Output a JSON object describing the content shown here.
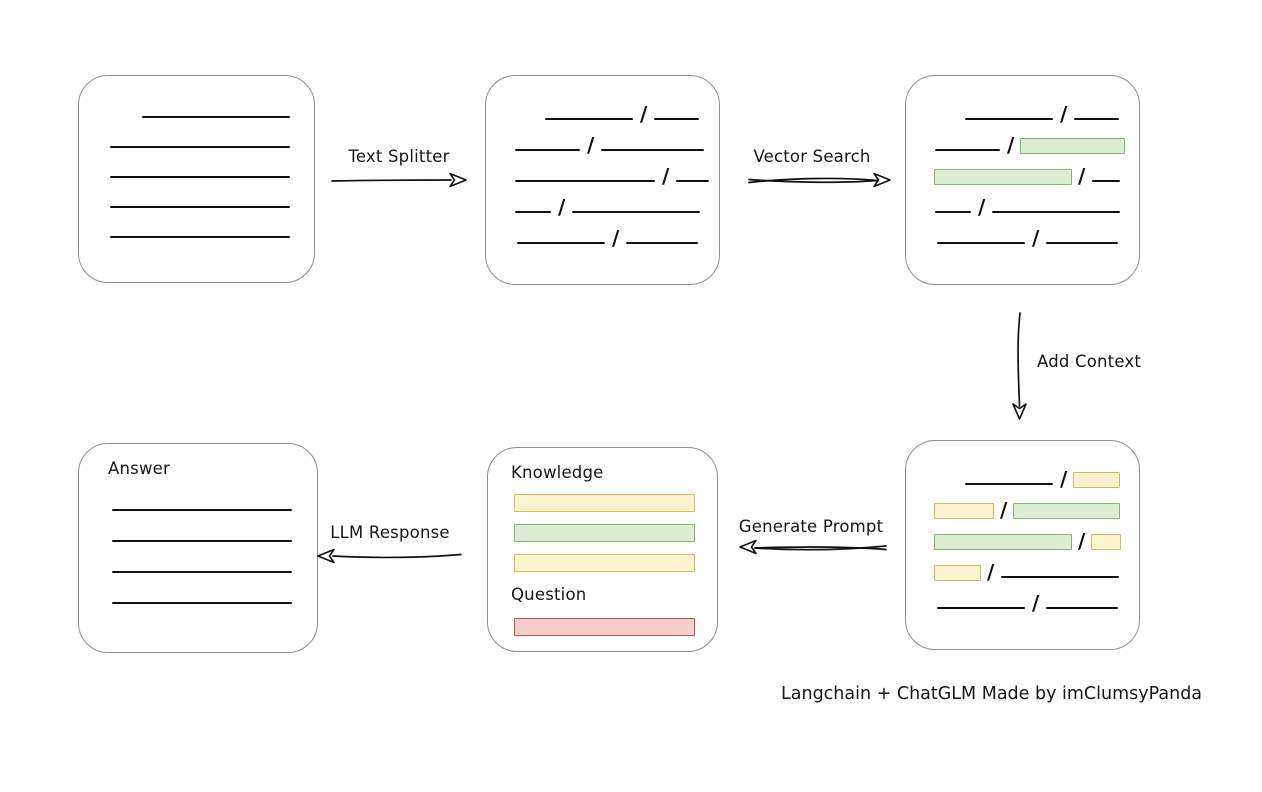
{
  "caption": "Langchain + ChatGLM Made by imClumsyPanda",
  "arrows": {
    "text_splitter": "Text Splitter",
    "vector_search": "Vector Search",
    "add_context": "Add Context",
    "generate_prompt": "Generate Prompt",
    "llm_response": "LLM Response"
  },
  "colors": {
    "green_fill": "#dcedd4",
    "green_border": "#84b56a",
    "yellow_fill": "#fdf2cf",
    "yellow_border": "#d9b75c",
    "red_fill": "#f6cfcc",
    "red_border": "#b0544e",
    "line": "#111111",
    "box_border": "#8f8f8f"
  },
  "boxes": {
    "document": {
      "rows": [
        [
          {
            "t": "gap",
            "w": 32
          },
          {
            "t": "line",
            "w": 148
          }
        ],
        [
          {
            "t": "line",
            "w": 180
          }
        ],
        [
          {
            "t": "line",
            "w": 180
          }
        ],
        [
          {
            "t": "line",
            "w": 180
          }
        ],
        [
          {
            "t": "line",
            "w": 180
          }
        ]
      ]
    },
    "split_chunks": {
      "rows": [
        [
          {
            "t": "gap",
            "w": 30
          },
          {
            "t": "line",
            "w": 88
          },
          {
            "t": "slash"
          },
          {
            "t": "line",
            "w": 45
          }
        ],
        [
          {
            "t": "line",
            "w": 65
          },
          {
            "t": "slash"
          },
          {
            "t": "line",
            "w": 103
          }
        ],
        [
          {
            "t": "line",
            "w": 140
          },
          {
            "t": "slash"
          },
          {
            "t": "line",
            "w": 33
          }
        ],
        [
          {
            "t": "line",
            "w": 36
          },
          {
            "t": "slash"
          },
          {
            "t": "line",
            "w": 128
          }
        ],
        [
          {
            "t": "gap",
            "w": 2
          },
          {
            "t": "line",
            "w": 88
          },
          {
            "t": "slash"
          },
          {
            "t": "line",
            "w": 72
          }
        ]
      ]
    },
    "vector_result": {
      "rows": [
        [
          {
            "t": "gap",
            "w": 30
          },
          {
            "t": "line",
            "w": 88
          },
          {
            "t": "slash"
          },
          {
            "t": "line",
            "w": 45
          }
        ],
        [
          {
            "t": "line",
            "w": 65
          },
          {
            "t": "slash"
          },
          {
            "t": "chip",
            "c": "green",
            "w": 105
          }
        ],
        [
          {
            "t": "chip",
            "c": "green",
            "w": 138
          },
          {
            "t": "slash"
          },
          {
            "t": "line",
            "w": 28
          }
        ],
        [
          {
            "t": "line",
            "w": 36
          },
          {
            "t": "slash"
          },
          {
            "t": "line",
            "w": 128
          }
        ],
        [
          {
            "t": "gap",
            "w": 2
          },
          {
            "t": "line",
            "w": 88
          },
          {
            "t": "slash"
          },
          {
            "t": "line",
            "w": 72
          }
        ]
      ]
    },
    "context_result": {
      "rows": [
        [
          {
            "t": "gap",
            "w": 30
          },
          {
            "t": "line",
            "w": 88
          },
          {
            "t": "slash"
          },
          {
            "t": "chip",
            "c": "yellow",
            "w": 47
          }
        ],
        [
          {
            "t": "chip",
            "c": "yellow",
            "w": 60
          },
          {
            "t": "slash"
          },
          {
            "t": "chip",
            "c": "green",
            "w": 107
          }
        ],
        [
          {
            "t": "chip",
            "c": "green",
            "w": 138
          },
          {
            "t": "slash"
          },
          {
            "t": "chip",
            "c": "yellow",
            "w": 30
          }
        ],
        [
          {
            "t": "chip",
            "c": "yellow",
            "w": 47
          },
          {
            "t": "slash"
          },
          {
            "t": "line",
            "w": 118
          }
        ],
        [
          {
            "t": "gap",
            "w": 2
          },
          {
            "t": "line",
            "w": 88
          },
          {
            "t": "slash"
          },
          {
            "t": "line",
            "w": 72
          }
        ]
      ]
    },
    "prompt": {
      "knowledge_label": "Knowledge",
      "question_label": "Question",
      "rows": [
        [
          {
            "t": "label",
            "text": "Knowledge"
          }
        ],
        [
          {
            "t": "chip",
            "c": "yellow",
            "w": 181
          }
        ],
        [
          {
            "t": "chip",
            "c": "green",
            "w": 181
          }
        ],
        [
          {
            "t": "chip",
            "c": "yellow",
            "w": 181
          }
        ],
        [
          {
            "t": "label",
            "text": "Question"
          }
        ],
        [
          {
            "t": "chip",
            "c": "red",
            "w": 181
          }
        ]
      ]
    },
    "answer": {
      "answer_label": "Answer",
      "rows": [
        [
          {
            "t": "label",
            "text": "Answer"
          }
        ],
        [
          {
            "t": "line",
            "w": 180
          }
        ],
        [
          {
            "t": "line",
            "w": 180
          }
        ],
        [
          {
            "t": "line",
            "w": 180
          }
        ],
        [
          {
            "t": "line",
            "w": 180
          }
        ]
      ]
    }
  }
}
